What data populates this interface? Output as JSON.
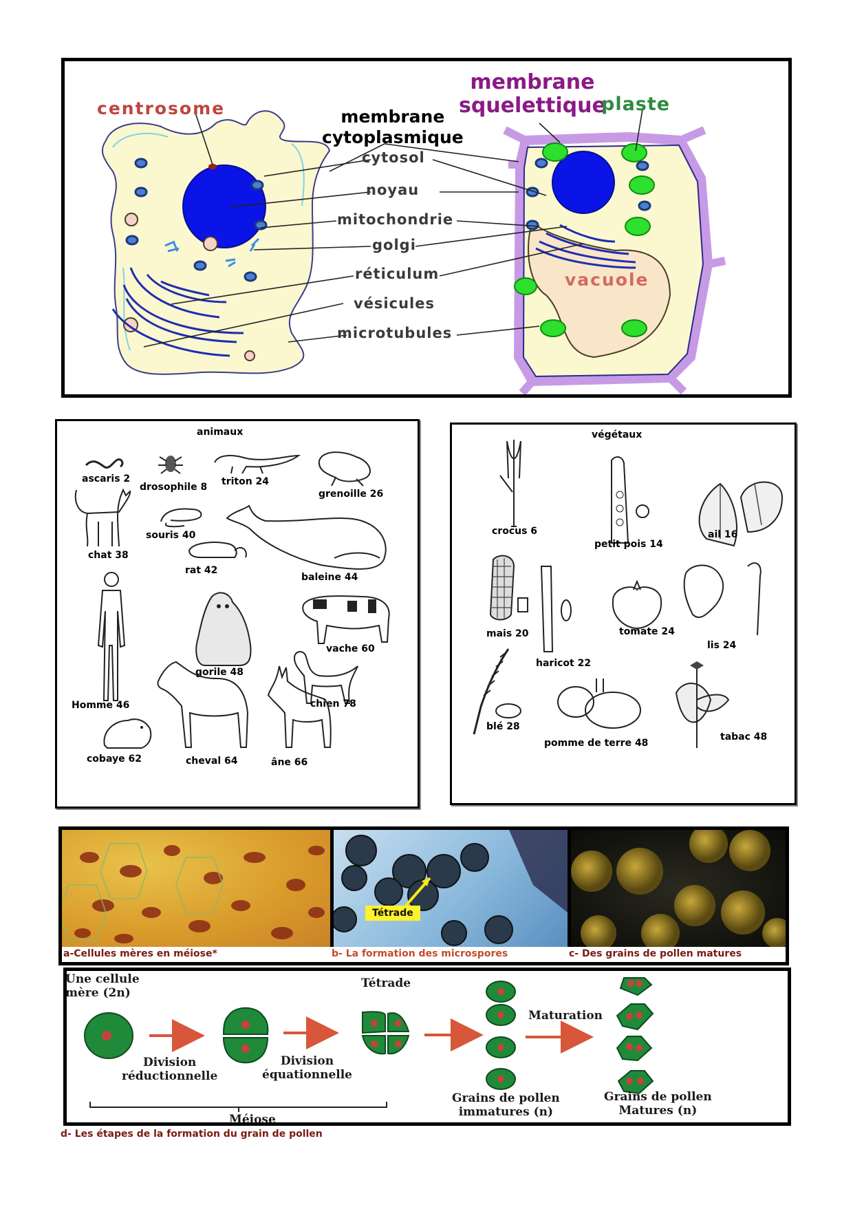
{
  "cells_panel": {
    "animal_labels": {
      "centrosome": "centrosome"
    },
    "center_labels": {
      "membrane_cytoplasmique_line1": "membrane",
      "membrane_cytoplasmique_line2": "cytoplasmique",
      "cytosol": "cytosol",
      "noyau": "noyau",
      "mitochondrie": "mitochondrie",
      "golgi": "golgi",
      "reticulum": "réticulum",
      "vesicules": "vésicules",
      "microtubules": "microtubules"
    },
    "plant_labels": {
      "membrane_squelettique_line1": "membrane",
      "membrane_squelettique_line2": "squelettique",
      "plaste": "plaste",
      "vacuole": "vacuole"
    },
    "colors": {
      "cytoplasm": "#fbf7cf",
      "nucleus": "#0a14e6",
      "mitochondria": "#4d7fd0",
      "vesicle": "#f6d3c8",
      "plast": "#2ee02e",
      "cell_wall": "#c79ae6",
      "vacuole": "#f9e6c8",
      "centrosome": "#9a2212"
    }
  },
  "animaux_panel": {
    "title": "animaux",
    "items": [
      {
        "name": "ascaris",
        "chromosomes": 2,
        "label": "ascaris 2"
      },
      {
        "name": "drosophile",
        "chromosomes": 8,
        "label": "drosophile 8"
      },
      {
        "name": "triton",
        "chromosomes": 24,
        "label": "triton 24"
      },
      {
        "name": "grenoille",
        "chromosomes": 26,
        "label": "grenoille 26"
      },
      {
        "name": "chat",
        "chromosomes": 38,
        "label": "chat 38"
      },
      {
        "name": "souris",
        "chromosomes": 40,
        "label": "souris 40"
      },
      {
        "name": "rat",
        "chromosomes": 42,
        "label": "rat 42"
      },
      {
        "name": "baleine",
        "chromosomes": 44,
        "label": "baleine 44"
      },
      {
        "name": "vache",
        "chromosomes": 60,
        "label": "vache 60"
      },
      {
        "name": "gorile",
        "chromosomes": 48,
        "label": "gorile 48"
      },
      {
        "name": "Homme",
        "chromosomes": 46,
        "label": "Homme 46"
      },
      {
        "name": "chien",
        "chromosomes": 78,
        "label": "chien 78"
      },
      {
        "name": "cobaye",
        "chromosomes": 62,
        "label": "cobaye 62"
      },
      {
        "name": "cheval",
        "chromosomes": 64,
        "label": "cheval 64"
      },
      {
        "name": "âne",
        "chromosomes": 66,
        "label": "âne 66"
      }
    ]
  },
  "vegetaux_panel": {
    "title": "végétaux",
    "items": [
      {
        "name": "crocus",
        "chromosomes": 6,
        "label": "crocus 6"
      },
      {
        "name": "petit pois",
        "chromosomes": 14,
        "label": "petit pois 14"
      },
      {
        "name": "ail",
        "chromosomes": 16,
        "label": "ail 16"
      },
      {
        "name": "mais",
        "chromosomes": 20,
        "label": "mais 20"
      },
      {
        "name": "tomate",
        "chromosomes": 24,
        "label": "tomate 24"
      },
      {
        "name": "lis",
        "chromosomes": 24,
        "label": "lis 24"
      },
      {
        "name": "haricot",
        "chromosomes": 22,
        "label": "haricot 22"
      },
      {
        "name": "blé",
        "chromosomes": 28,
        "label": "blé 28"
      },
      {
        "name": "pomme de terre",
        "chromosomes": 48,
        "label": "pomme de terre 48"
      },
      {
        "name": "tabac",
        "chromosomes": 48,
        "label": "tabac 48"
      }
    ]
  },
  "photos_panel": {
    "tetrade_badge": "Tétrade",
    "captions": {
      "a": "a-Cellules mères en méiose*",
      "b": "b- La formation des microspores",
      "c": "c- Des grains de pollen matures"
    }
  },
  "pollen_panel": {
    "mother_cell_line1": "Une cellule",
    "mother_cell_line2": "mère (2n)",
    "tetrade": "Tétrade",
    "division1_line1": "Division",
    "division1_line2": "réductionnelle",
    "division2_line1": "Division",
    "division2_line2": "équationnelle",
    "meiose": "Méiose",
    "maturation": "Maturation",
    "immature_line1": "Grains de pollen",
    "immature_line2": "immatures (n)",
    "mature_line1": "Grains de pollen",
    "mature_line2": "Matures (n)",
    "colors": {
      "cell": "#1f8a3a",
      "nucleus": "#c8423c",
      "arrow": "#d8563a"
    }
  },
  "final_caption": "d- Les étapes de la formation du grain de pollen"
}
